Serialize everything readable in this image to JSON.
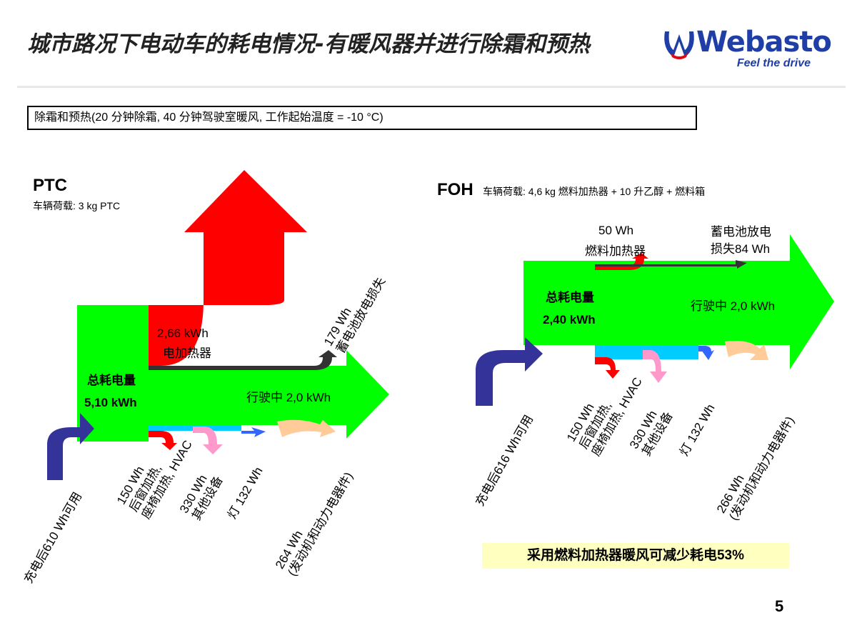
{
  "header": {
    "title": "城市路况下电动车的耗电情况-有暖风器并进行除霜和预热",
    "logo_text": "Webasto",
    "tagline": "Feel the drive"
  },
  "info_box": {
    "text": "除霜和预热(20 分钟除霜, 40 分钟驾驶室暖风, 工作起始温度 = -10 °C)"
  },
  "ptc": {
    "heading": "PTC",
    "payload": "车辆荷载: 3 kg PTC",
    "total_label": "总耗电量",
    "total_value": "5,10 kWh",
    "heater_value": "2,66 kWh",
    "heater_label": "电加热器",
    "battery_loss": "179 Wh",
    "battery_loss_label": "蓄电池放电损失",
    "driving": "行驶中 2,0 kWh",
    "charge": "充电后610 Wh可用",
    "b1_line1": "150 Wh",
    "b1_line2": "后窗加热,",
    "b1_line3": "座椅加热, HVAC",
    "b2_line1": "330 Wh",
    "b2_line2": "其他设备",
    "b3": "灯 132 Wh",
    "b4_line1": "264 Wh",
    "b4_line2": "(发动机和动力电器件)"
  },
  "foh": {
    "heading": "FOH",
    "payload": "车辆荷载: 4,6 kg 燃料加热器 + 10 升乙醇 + 燃料箱",
    "heater_value": "50 Wh",
    "heater_label": "燃料加热器",
    "battery_loss_l1": "蓄电池放电",
    "battery_loss_l2": "损失84 Wh",
    "total_label": "总耗电量",
    "total_value": "2,40 kWh",
    "driving": "行驶中 2,0 kWh",
    "charge": "充电后616 Wh可用",
    "b1_line1": "150 Wh",
    "b1_line2": "后窗加热,",
    "b1_line3": "座椅加热, HVAC",
    "b2_line1": "330 Wh",
    "b2_line2": "其他设备",
    "b3": "灯 132 Wh",
    "b4_line1": "266 Wh",
    "b4_line2": "(发动机和动力电器件)"
  },
  "conclusion": "采用燃料加热器暖风可减少耗电53%",
  "page_number": "5",
  "colors": {
    "green": "#00ff00",
    "red": "#ff0000",
    "navy": "#333399",
    "cyan": "#00ccff",
    "pink": "#ff99cc",
    "blue": "#3366ff",
    "peach": "#ffcc99",
    "brand": "#1f3fa6",
    "highlight": "#ffffc0"
  }
}
